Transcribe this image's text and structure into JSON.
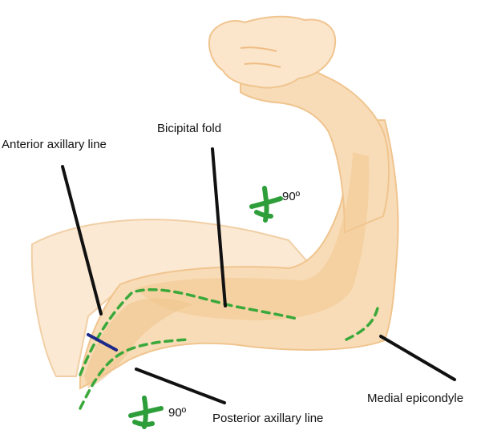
{
  "labels": {
    "anterior_axillary_line": "Anterior axillary line",
    "bicipital_fold": "Bicipital fold",
    "medial_epicondyle": "Medial epicondyle",
    "posterior_axillary_line": "Posterior axillary line"
  },
  "angles": {
    "upper": "90º",
    "lower": "90º"
  },
  "colors": {
    "skin_light": "#fbe9d3",
    "skin_mid": "#f6d4a8",
    "skin_dark": "#efbc82",
    "dashed_line": "#3aa83a",
    "cross_mark": "#2e9e3a",
    "pointer_line": "#111111",
    "marker_bar": "#1d2a8a"
  }
}
